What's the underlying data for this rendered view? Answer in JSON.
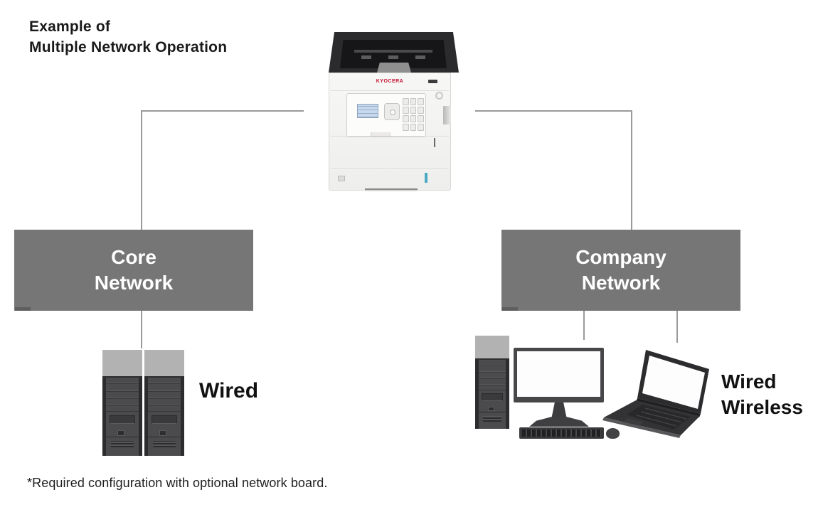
{
  "title": {
    "line1": "Example of",
    "line2": "Multiple Network Operation"
  },
  "printer": {
    "brand": "KYOCERA"
  },
  "boxes": {
    "core": {
      "line1": "Core",
      "line2": "Network"
    },
    "company": {
      "line1": "Company",
      "line2": "Network"
    }
  },
  "connection_labels": {
    "core": "Wired",
    "company_line1": "Wired",
    "company_line2": "Wireless"
  },
  "footnote": "*Required configuration with optional network board.",
  "icons": [
    "printer-icon",
    "server-tower-icon",
    "server-tower-icon",
    "desktop-tower-icon",
    "monitor-icon",
    "keyboard-icon",
    "mouse-icon",
    "laptop-icon"
  ],
  "colors": {
    "network_box_gray": "#767676",
    "connector_line_gray": "#9a9a9a",
    "device_dark": "#4b4b4d",
    "device_cap_gray": "#b2b2b2",
    "brand_red": "#c41230",
    "lcd_blue": "#c7d9ef",
    "cassette_indicator_teal": "#4aa9c4",
    "text_black": "#1a1a1a",
    "box_text_white": "#ffffff"
  }
}
